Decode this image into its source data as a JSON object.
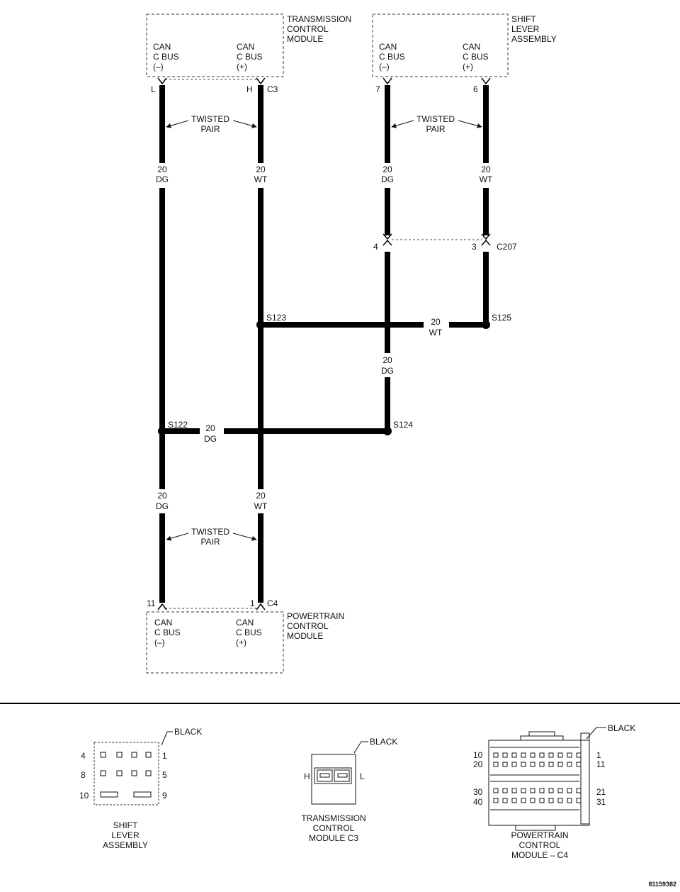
{
  "modules": {
    "tcm": {
      "name": [
        "TRANSMISSION",
        "CONTROL",
        "MODULE"
      ],
      "left_pin": [
        "CAN",
        "C BUS",
        "(–)"
      ],
      "right_pin": [
        "CAN",
        "C BUS",
        "(+)"
      ]
    },
    "sla": {
      "name": [
        "SHIFT",
        "LEVER",
        "ASSEMBLY"
      ],
      "left_pin": [
        "CAN",
        "C BUS",
        "(–)"
      ],
      "right_pin": [
        "CAN",
        "C BUS",
        "(+)"
      ]
    },
    "pcm": {
      "name": [
        "POWERTRAIN",
        "CONTROL",
        "MODULE"
      ],
      "left_pin": [
        "CAN",
        "C BUS",
        "(–)"
      ],
      "right_pin": [
        "CAN",
        "C BUS",
        "(+)"
      ]
    }
  },
  "pins": {
    "tcm_left": "L",
    "tcm_right": "H",
    "tcm_connector": "C3",
    "sla_left": "7",
    "sla_right": "6",
    "c207_left": "4",
    "c207_right": "3",
    "c207_name": "C207",
    "pcm_left": "11",
    "pcm_right": "1",
    "pcm_connector": "C4"
  },
  "wires": {
    "gauge": "20",
    "dg": "DG",
    "wt": "WT",
    "twisted_pair": [
      "TWISTED",
      "PAIR"
    ]
  },
  "splices": {
    "s122": "S122",
    "s123": "S123",
    "s124": "S124",
    "s125": "S125"
  },
  "connector_views": {
    "shift_lever": {
      "color": "BLACK",
      "pins": {
        "top_left": "4",
        "top_right": "1",
        "mid_left": "8",
        "mid_right": "5",
        "bot_left": "10",
        "bot_right": "9"
      },
      "caption": [
        "SHIFT",
        "LEVER",
        "ASSEMBLY"
      ]
    },
    "tcm_c3": {
      "color": "BLACK",
      "pins": {
        "left": "H",
        "right": "L"
      },
      "caption": [
        "TRANSMISSION",
        "CONTROL",
        "MODULE C3"
      ]
    },
    "pcm_c4": {
      "color": "BLACK",
      "pins": {
        "r1_left": "10",
        "r1_right": "1",
        "r2_left": "20",
        "r2_right": "11",
        "r3_left": "30",
        "r3_right": "21",
        "r4_left": "40",
        "r4_right": "31"
      },
      "caption": [
        "POWERTRAIN",
        "CONTROL",
        "MODULE – C4"
      ]
    }
  },
  "figure_id": "81159382"
}
